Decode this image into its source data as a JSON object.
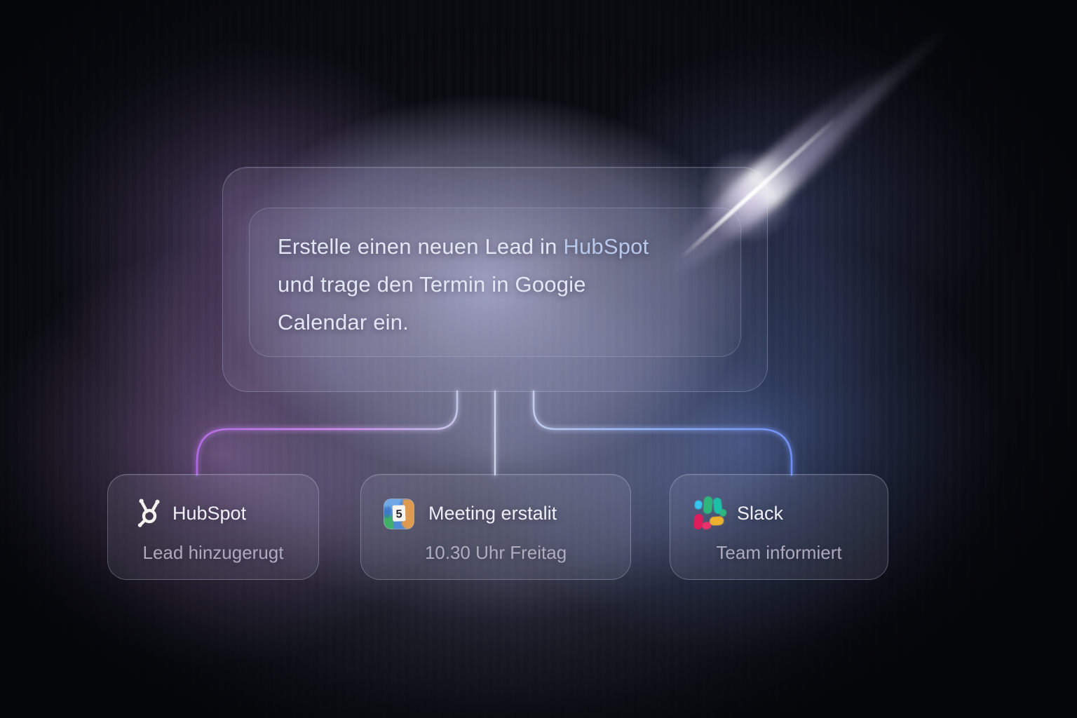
{
  "workflow": {
    "prompt": {
      "line1_pre": "Erstelle einen neuen Lead in ",
      "line1_brand": "HubSpot",
      "line2": "und trage den Termin in Googie",
      "line3": "Calendar ein."
    },
    "nodes": [
      {
        "id": "hubspot",
        "title": "HubSpot",
        "subtitle": "Lead hinzugerugt",
        "icon": "hubspot-sprocket-icon"
      },
      {
        "id": "calendar",
        "title": "Meeting erstalit",
        "subtitle": "10.30 Uhr Freitag",
        "icon": "calendar-app-icon",
        "icon_glyph": "5"
      },
      {
        "id": "slack",
        "title": "Slack",
        "subtitle": "Team informiert",
        "icon": "slack-logo-icon"
      }
    ]
  },
  "colors": {
    "connector_left": "#c77de8",
    "connector_center": "#d6daf2",
    "connector_right": "#86a7f8",
    "brand_highlight": "#b9c9ee",
    "background_base": "#0a0b11"
  }
}
